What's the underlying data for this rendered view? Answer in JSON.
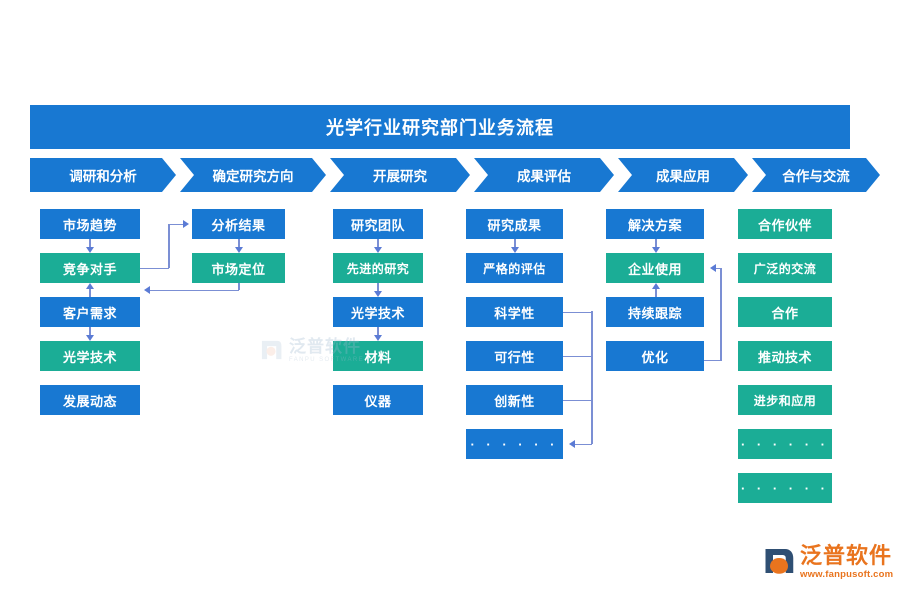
{
  "header": {
    "title": "光学行业研究部门业务流程"
  },
  "process_steps": [
    {
      "label": "调研和分析",
      "name": "step-research-analysis"
    },
    {
      "label": "确定研究方向",
      "name": "step-define-direction"
    },
    {
      "label": "开展研究",
      "name": "step-conduct-research"
    },
    {
      "label": "成果评估",
      "name": "step-result-evaluation"
    },
    {
      "label": "成果应用",
      "name": "step-result-application"
    },
    {
      "label": "合作与交流",
      "name": "step-cooperation-exchange"
    }
  ],
  "columns": [
    {
      "key": "col1",
      "step": "调研和分析",
      "boxes": [
        {
          "label": "市场趋势",
          "color": "blue"
        },
        {
          "label": "竞争对手",
          "color": "teal"
        },
        {
          "label": "客户需求",
          "color": "blue"
        },
        {
          "label": "光学技术",
          "color": "teal"
        },
        {
          "label": "发展动态",
          "color": "blue"
        }
      ]
    },
    {
      "key": "col2",
      "step": "确定研究方向",
      "boxes": [
        {
          "label": "分析结果",
          "color": "blue"
        },
        {
          "label": "市场定位",
          "color": "teal"
        }
      ]
    },
    {
      "key": "col3",
      "step": "开展研究",
      "boxes": [
        {
          "label": "研究团队",
          "color": "blue"
        },
        {
          "label": "先进的研究",
          "color": "teal"
        },
        {
          "label": "光学技术",
          "color": "blue"
        },
        {
          "label": "材料",
          "color": "teal"
        },
        {
          "label": "仪器",
          "color": "blue"
        }
      ]
    },
    {
      "key": "col4",
      "step": "成果评估",
      "boxes": [
        {
          "label": "研究成果",
          "color": "blue"
        },
        {
          "label": "严格的评估",
          "color": "blue"
        },
        {
          "label": "科学性",
          "color": "blue"
        },
        {
          "label": "可行性",
          "color": "blue"
        },
        {
          "label": "创新性",
          "color": "blue"
        },
        {
          "label": "· · · · · ·",
          "color": "blue"
        }
      ]
    },
    {
      "key": "col5",
      "step": "成果应用",
      "boxes": [
        {
          "label": "解决方案",
          "color": "blue"
        },
        {
          "label": "企业使用",
          "color": "teal"
        },
        {
          "label": "持续跟踪",
          "color": "blue"
        },
        {
          "label": "优化",
          "color": "blue"
        }
      ]
    },
    {
      "key": "col6",
      "step": "合作与交流",
      "boxes": [
        {
          "label": "合作伙伴",
          "color": "teal"
        },
        {
          "label": "广泛的交流",
          "color": "teal"
        },
        {
          "label": "合作",
          "color": "teal"
        },
        {
          "label": "推动技术",
          "color": "teal"
        },
        {
          "label": "进步和应用",
          "color": "teal"
        },
        {
          "label": "· · · · · ·",
          "color": "teal"
        },
        {
          "label": "· · · · · ·",
          "color": "teal"
        }
      ]
    }
  ],
  "watermark": {
    "cn": "泛普软件",
    "en": "FANPU SOFTWARE"
  },
  "logo": {
    "cn": "泛普软件",
    "url": "www.fanpusoft.com"
  },
  "colors": {
    "blue": "#1878D2",
    "teal": "#1BAD96",
    "connector": "#7B8FD4",
    "arrow": "#5B7BD5",
    "logo_orange": "#E9741E",
    "background": "#FFFFFF"
  }
}
